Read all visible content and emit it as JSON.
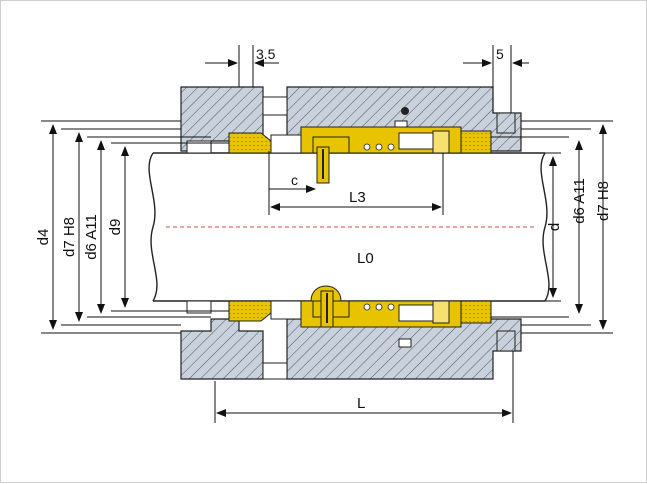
{
  "labels": {
    "dim_3_5": "3.5",
    "dim_5": "5",
    "d4": "d4",
    "d7H8_left": "d7 H8",
    "d6A11_left": "d6 A11",
    "d9": "d9",
    "c": "c",
    "L3": "L3",
    "L0": "L0",
    "L": "L",
    "d": "d",
    "d6A11_right": "d6 A11",
    "d7H8_right": "d7 H8"
  },
  "colors": {
    "housing": "#c9d2dc",
    "hatch": "#4a5560",
    "yellow": "#e8c400",
    "yellow_dark": "#b89600",
    "shaft": "#ffffff",
    "centerline": "#d64545",
    "dim_line": "#111111"
  }
}
